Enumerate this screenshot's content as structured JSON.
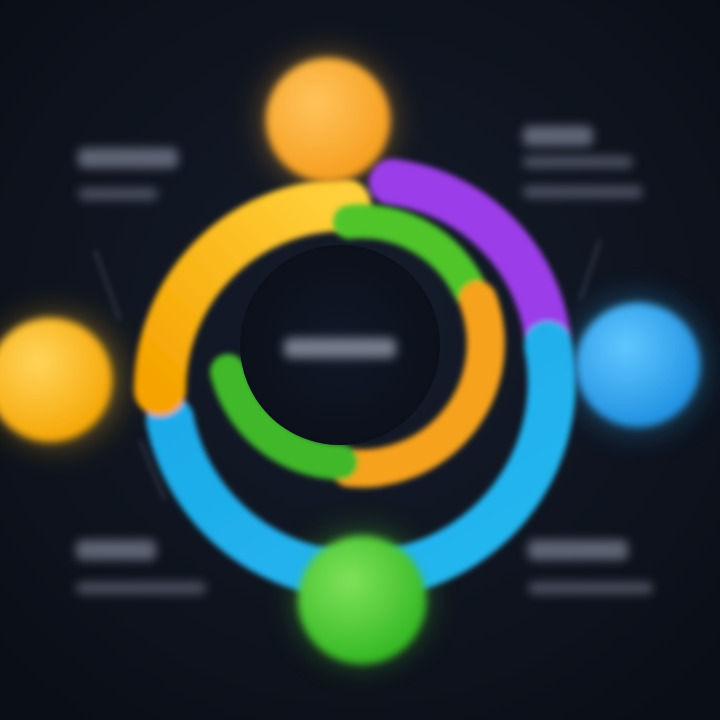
{
  "colors": {
    "background_top": "#0f1420",
    "background_bottom": "#0b0f18",
    "orange": "#f8a42a",
    "yellow": "#f9b51d",
    "purple": "#9b3ce8",
    "green": "#4fd02b",
    "blue": "#1ba9e6",
    "light_blue": "#2ea8f0",
    "center": "#0d1320"
  },
  "nodes": [
    {
      "id": "top",
      "color": "orange"
    },
    {
      "id": "left",
      "color": "yellow"
    },
    {
      "id": "right",
      "color": "light_blue"
    },
    {
      "id": "bottom",
      "color": "green"
    }
  ],
  "center_label": "",
  "labels": [
    {
      "id": "top-left",
      "text": ""
    },
    {
      "id": "top-right",
      "text": ""
    },
    {
      "id": "bottom-left",
      "text": ""
    },
    {
      "id": "bottom-right",
      "text": ""
    }
  ]
}
